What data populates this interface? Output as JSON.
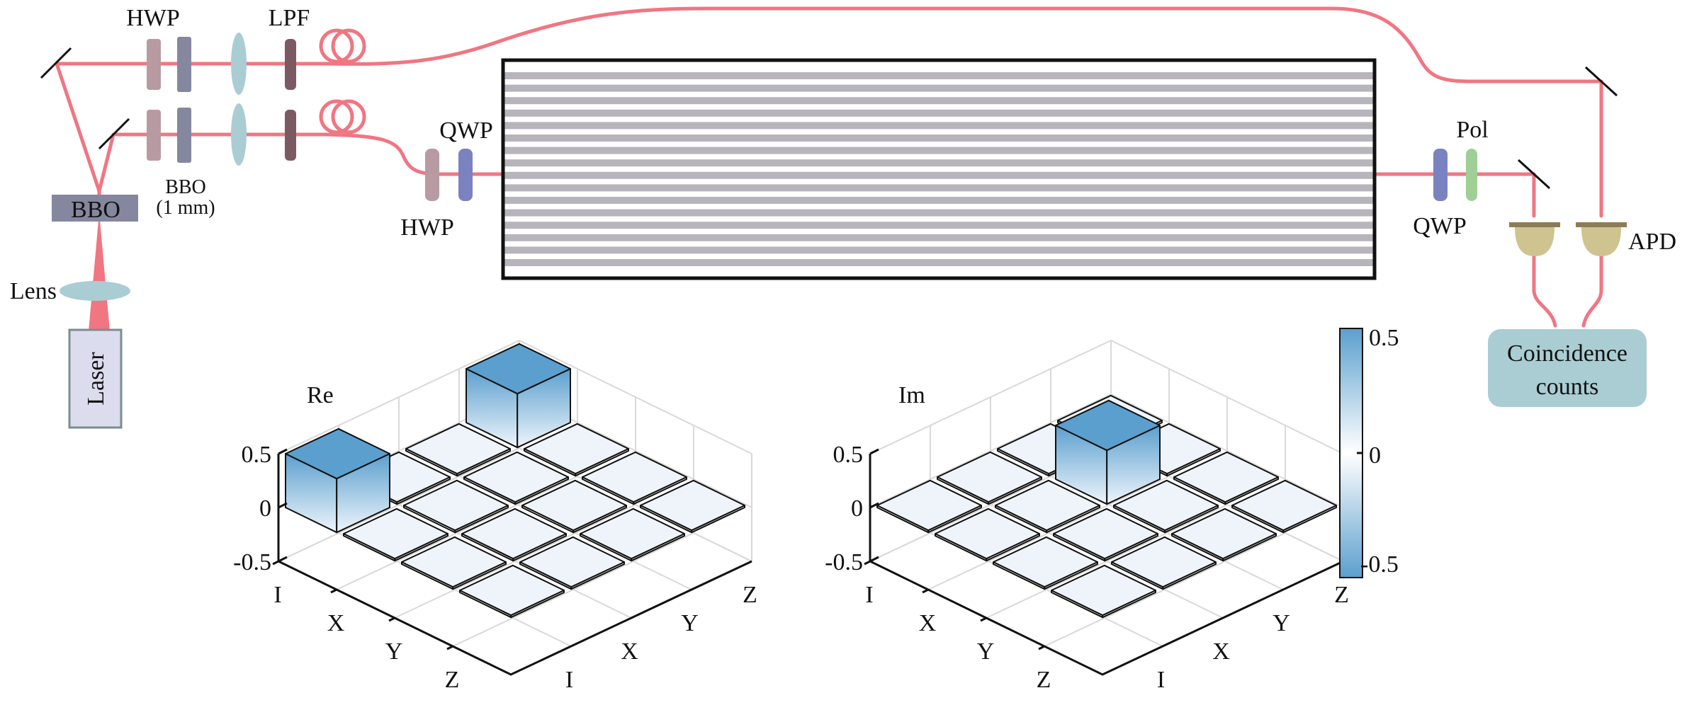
{
  "labels": {
    "hwp_top": "HWP",
    "lpf": "LPF",
    "bbo_crystal": "BBO",
    "bbo_plates_line1": "BBO",
    "bbo_plates_line2": "(1 mm)",
    "lens": "Lens",
    "laser": "Laser",
    "qwp_left": "QWP",
    "hwp_left": "HWP",
    "pol": "Pol",
    "qwp_right": "QWP",
    "apd": "APD",
    "coincidence_line1": "Coincidence",
    "coincidence_line2": "counts"
  },
  "colors": {
    "beam": "#f07682",
    "hwp": "#b89aa2",
    "bbo_plate": "#85879e",
    "lens": "#a9cdd3",
    "lpf": "#7b5a63",
    "qwp": "#7b82c0",
    "pol": "#9fcf95",
    "apd": "#cfc38f",
    "waveguide_stripe": "#b7b5bb",
    "coincidence_box": "#a9cdd3",
    "laser_box": "#dcdcef",
    "colorbar_max": "#5b9fce",
    "colorbar_mid": "#ffffff"
  },
  "chart_data": [
    {
      "type": "bar3d",
      "title": "Re",
      "row_labels": [
        "I",
        "X",
        "Y",
        "Z"
      ],
      "col_labels": [
        "I",
        "X",
        "Y",
        "Z"
      ],
      "zlim": [
        -0.5,
        0.5
      ],
      "zticks": [
        "0.5",
        "0",
        "-0.5"
      ],
      "values": [
        [
          0.5,
          0,
          0,
          0.5
        ],
        [
          0,
          0,
          0,
          0
        ],
        [
          0,
          0,
          0,
          0
        ],
        [
          0,
          0,
          0,
          0
        ]
      ]
    },
    {
      "type": "bar3d",
      "title": "Im",
      "row_labels": [
        "I",
        "X",
        "Y",
        "Z"
      ],
      "col_labels": [
        "I",
        "X",
        "Y",
        "Z"
      ],
      "zlim": [
        -0.5,
        0.5
      ],
      "zticks": [
        "0.5",
        "0",
        "-0.5"
      ],
      "values": [
        [
          0,
          0,
          0,
          0
        ],
        [
          0,
          0,
          0.5,
          0
        ],
        [
          0,
          0,
          0,
          0
        ],
        [
          0,
          0,
          0,
          0
        ]
      ]
    }
  ],
  "colorbar": {
    "max_label": "0.5",
    "mid_label": "0",
    "min_label": "-0.5"
  }
}
